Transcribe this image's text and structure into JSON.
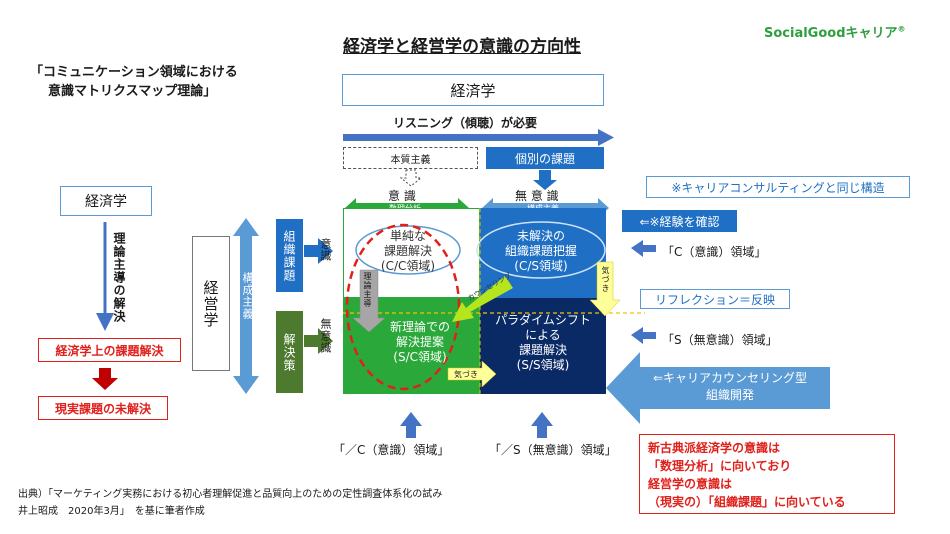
{
  "header": {
    "title": "経済学と経営学の意識の方向性",
    "brand": "SocialGoodキャリア",
    "brand_mark": "®"
  },
  "subtitle": {
    "line1": "「コミュニケーション領域における",
    "line2": "意識マトリクスマップ理論」"
  },
  "top": {
    "economics_box": "経済学",
    "listening": "リスニング（傾聴）が必要",
    "essentialism": "本質主義",
    "individual_issue": "個別の課題"
  },
  "column_heads": {
    "conscious": "意 識",
    "unconscious": "無 意 識",
    "math_analysis": "数理分析",
    "constructivism": "構成主義"
  },
  "left": {
    "economics": "経済学",
    "theory_led": "理論主導の解決",
    "econ_solution": "経済学上の課題解決",
    "real_unsolved": "現実課題の未解決"
  },
  "management": {
    "label": "経営学",
    "constructivism": "構成主義",
    "org_issue": "組織課題",
    "conscious": "意識",
    "solution": "解決策",
    "unconscious": "無意識"
  },
  "matrix": {
    "cc": {
      "line1": "単純な",
      "line2": "課題解決",
      "line3": "(C/C領域)"
    },
    "cs": {
      "line1": "未解決の",
      "line2": "組織課題把握",
      "line3": "(C/S領域)"
    },
    "sc": {
      "line1": "新理論での",
      "line2": "解決提案",
      "line3": "(S/C領域)"
    },
    "ss": {
      "line1": "パラダイムシフト",
      "line2": "による",
      "line3": "課題解決",
      "line4": "(S/S領域)"
    },
    "theory_led": "理論主導",
    "counter_arrow": "カウンセリング",
    "awareness1": "気づき",
    "awareness2": "気づき"
  },
  "right": {
    "note_career": "※キャリアコンサルティングと同じ構造",
    "confirm_experience": "⇐※経験を確認",
    "c_domain": "「C（意識）領域」",
    "reflection": "リフレクション＝反映",
    "s_domain": "「S（無意識）領域」",
    "counseling_line1": "⇐キャリアカウンセリング型",
    "counseling_line2": "組織開発"
  },
  "bottom": {
    "c_domain": "「／C（意識）領域」",
    "s_domain": "「／S（無意識）領域」"
  },
  "note_red": {
    "line1": "新古典派経済学の意識は",
    "line2": "「数理分析」に向いており",
    "line3": "経営学の意識は",
    "line4": "（現実の）「組織課題」に向いている"
  },
  "source": {
    "line1": "出典）「マーケティング実務における初心者理解促進と品質向上のための定性調査体系化の試み",
    "line2": "井上昭成　2020年3月」　を基に筆者作成"
  },
  "colors": {
    "blue": "#1f6fc4",
    "dark_navy": "#0a2a66",
    "green": "#2aa83a",
    "dark_green": "#4d7a2e",
    "red": "#e0201b",
    "light_blue": "#5b9bd5",
    "brand_green": "#2e9e3e"
  }
}
